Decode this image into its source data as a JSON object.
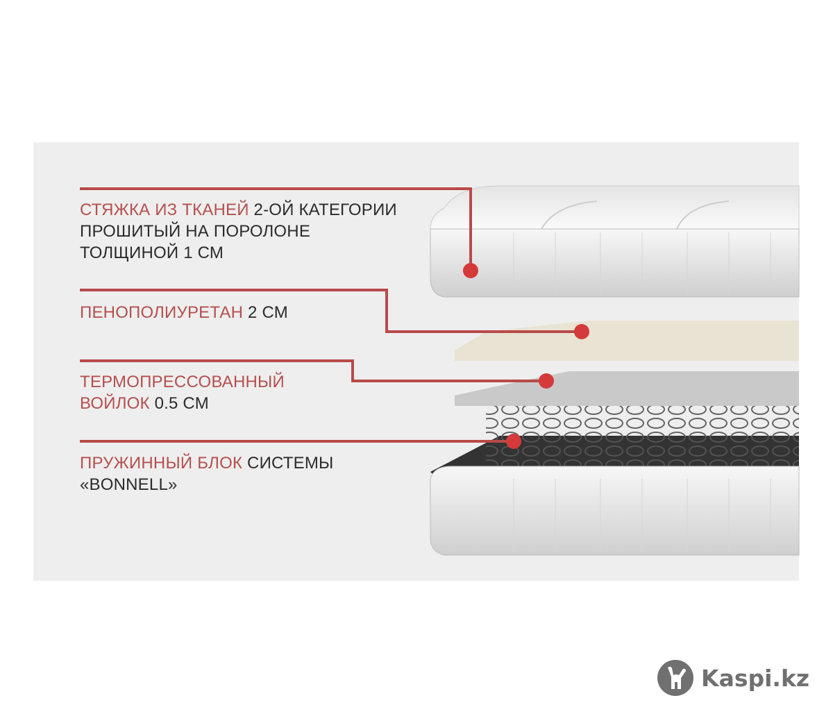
{
  "colors": {
    "accent_line": "#b84a4a",
    "dot": "#d43a3a",
    "panel": "#efeeee",
    "highlight_text": "#b3504f"
  },
  "layers": [
    {
      "highlight": "СТЯЖКА ИЗ ТКАНЕЙ",
      "rest": " 2-ОЙ КАТЕГОРИИ",
      "lines": [
        "ПРОШИТЫЙ НА ПОРОЛОНЕ",
        "ТОЛЩИНОЙ 1 СМ"
      ]
    },
    {
      "highlight": "ПЕНОПОЛИУРЕТАН",
      "rest": " 2 СМ"
    },
    {
      "highlight": "ТЕРМОПРЕССОВАННЫЙ",
      "highlight2": "ВОЙЛОК",
      "rest": " 0.5 СМ"
    },
    {
      "highlight": "ПРУЖИННЫЙ БЛОК",
      "rest": " СИСТЕМЫ",
      "lines": [
        "«BONNELL»"
      ]
    }
  ],
  "watermark": {
    "text": "Kaspi.kz",
    "icon": "kaspi-logo-icon"
  }
}
